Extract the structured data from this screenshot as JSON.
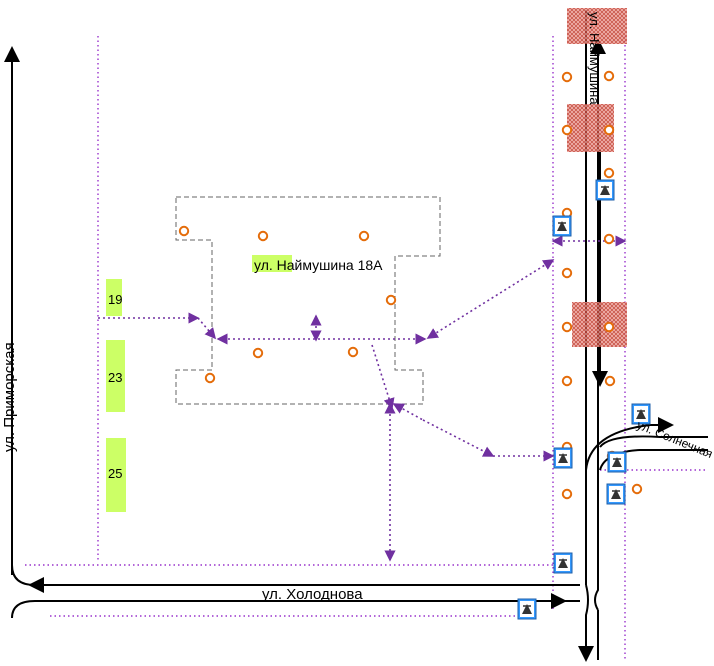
{
  "map": {
    "building_label": "ул. Наймушина 18А",
    "streets": {
      "primorskaya": "ул. Приморская",
      "kholodnova": "ул. Холоднова",
      "naimushina": "ул. Наймушина",
      "solnechnaya": "ул. Солнечная"
    },
    "houses": [
      {
        "number": "19"
      },
      {
        "number": "23"
      },
      {
        "number": "25"
      }
    ],
    "colors": {
      "road": "#000000",
      "pedestrian_route": "#7030a0",
      "sidewalk_boundary": "#9933cc",
      "building_outline": "#666666",
      "house_fill": "#ccff66",
      "tree": "#e46c0a",
      "danger_zone": "#c0392b",
      "crossing_sign": "#3399ff"
    },
    "icons": {
      "tree": "tree-icon",
      "crossing": "pedestrian-crossing-sign-icon",
      "danger": "danger-zone-icon"
    }
  }
}
